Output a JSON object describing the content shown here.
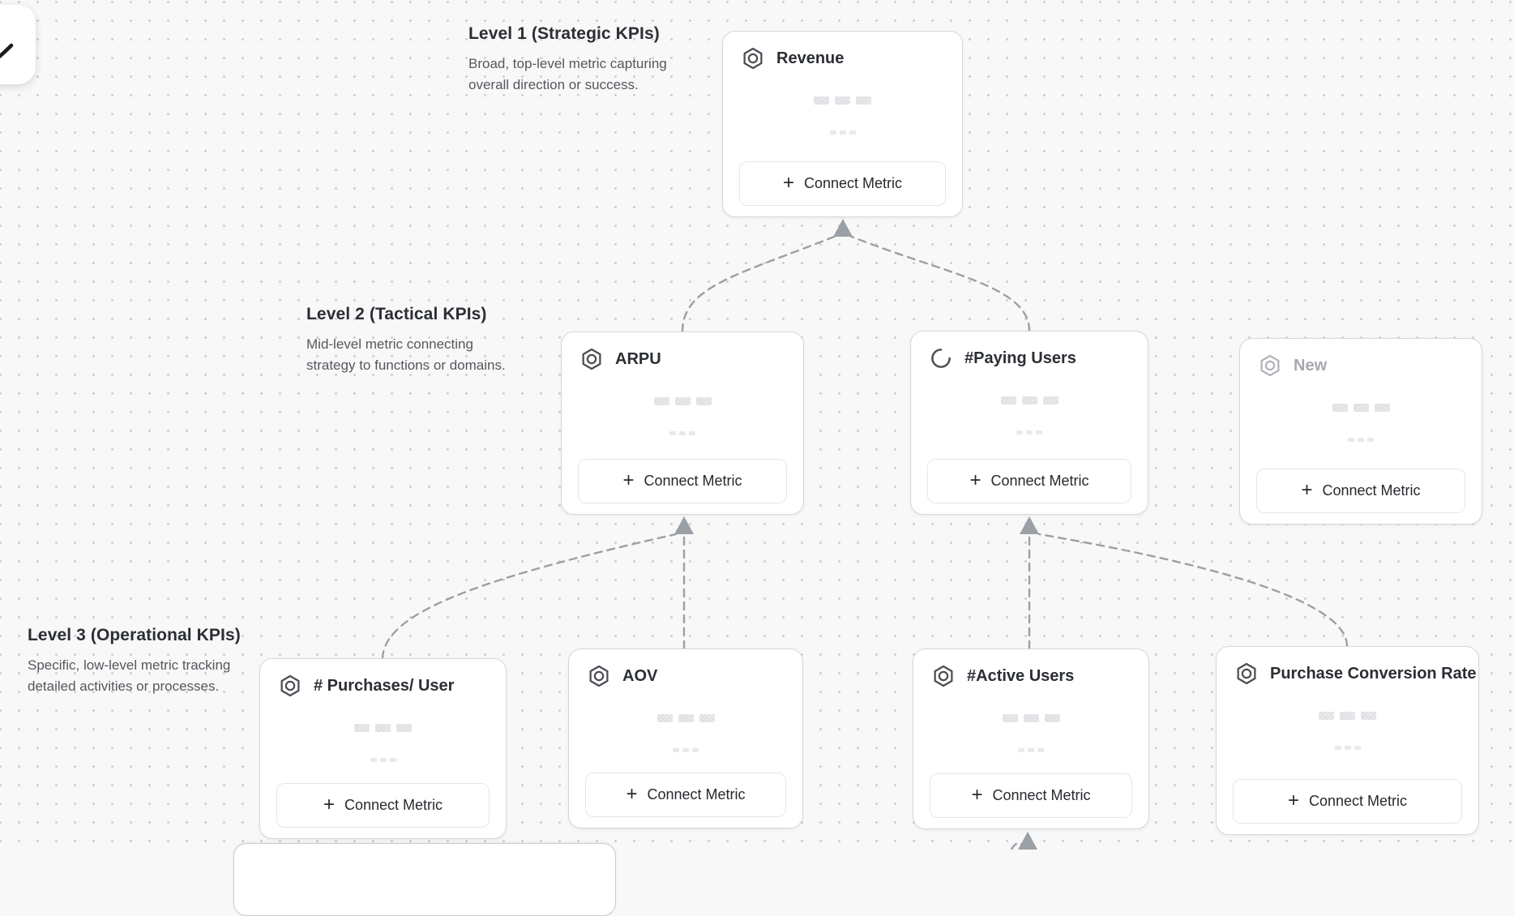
{
  "app": {
    "description": "Metric tree canvas with three KPI levels connected by dashed arrows"
  },
  "levels": [
    {
      "title": "Level 1 (Strategic KPIs)",
      "description": "Broad, top-level metric capturing overall direction or success."
    },
    {
      "title": "Level 2 (Tactical KPIs)",
      "description": "Mid-level metric connecting strategy to functions or domains."
    },
    {
      "title": "Level 3 (Operational KPIs)",
      "description": "Specific, low-level metric tracking detailed activities or processes."
    }
  ],
  "cards": [
    {
      "title": "Revenue",
      "icon": "hexagon-metric-icon",
      "button": "Connect Metric",
      "level": 1,
      "state": "default"
    },
    {
      "title": "ARPU",
      "icon": "hexagon-metric-icon",
      "button": "Connect Metric",
      "level": 2,
      "state": "default"
    },
    {
      "title": "#Paying Users",
      "icon": "loading-spinner-icon",
      "button": "Connect Metric",
      "level": 2,
      "state": "loading"
    },
    {
      "title": "New",
      "icon": "hexagon-metric-icon",
      "button": "Connect Metric",
      "level": 2,
      "state": "muted-placeholder"
    },
    {
      "title": "# Purchases/ User",
      "icon": "hexagon-metric-icon",
      "button": "Connect Metric",
      "level": 3,
      "state": "default"
    },
    {
      "title": "AOV",
      "icon": "hexagon-metric-icon",
      "button": "Connect Metric",
      "level": 3,
      "state": "default"
    },
    {
      "title": "#Active Users",
      "icon": "hexagon-metric-icon",
      "button": "Connect Metric",
      "level": 3,
      "state": "default"
    },
    {
      "title": "Purchase Conversion Rate",
      "icon": "hexagon-metric-icon",
      "button": "Connect Metric",
      "level": 3,
      "state": "default"
    }
  ],
  "edges": [
    {
      "from": "ARPU",
      "to": "Revenue"
    },
    {
      "from": "#Paying Users",
      "to": "Revenue"
    },
    {
      "from": "# Purchases/ User",
      "to": "ARPU"
    },
    {
      "from": "AOV",
      "to": "ARPU"
    },
    {
      "from": "#Active Users",
      "to": "#Paying Users"
    },
    {
      "from": "Purchase Conversion Rate",
      "to": "#Paying Users"
    },
    {
      "from": "(offscreen card below)",
      "to": "#Active Users"
    }
  ],
  "ui": {
    "plus_icon": "+"
  },
  "colors": {
    "canvas_bg": "#f8f8f8",
    "dot_grid": "#cfcfd3",
    "card_border": "#d7d7db",
    "dashed_edge": "#9aa0a6",
    "title_text": "#2b2e35",
    "desc_text": "#54575e",
    "muted_text": "#a6a9af"
  }
}
